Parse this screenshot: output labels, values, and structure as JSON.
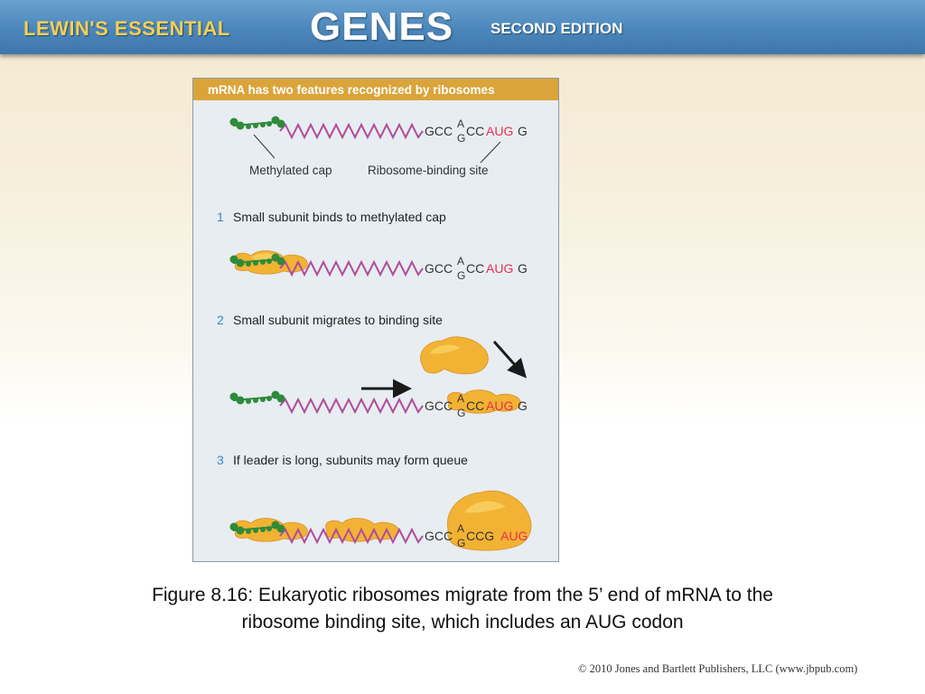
{
  "banner": {
    "series": "LEWIN'S ESSENTIAL",
    "title": "GENES",
    "edition": "SECOND EDITION"
  },
  "figure": {
    "header": "mRNA has two features recognized by ribosomes",
    "labels": {
      "cap": "Methylated cap",
      "binding_site": "Ribosome-binding site"
    },
    "sequence": {
      "prefix": "GCC",
      "variant_top": "A",
      "variant_bottom": "G",
      "middle": "CC",
      "start_codon": "AUG",
      "suffix": "G",
      "panel3_middle": "CCG"
    },
    "steps": [
      {
        "number": "1",
        "text": "Small subunit binds to methylated cap"
      },
      {
        "number": "2",
        "text": "Small subunit migrates to binding site"
      },
      {
        "number": "3",
        "text": "If leader is long, subunits may form queue"
      }
    ]
  },
  "caption": {
    "line1": "Figure 8.16: Eukaryotic ribosomes migrate from the 5’ end of mRNA to the",
    "line2": "ribosome binding site, which includes an AUG codon"
  },
  "copyright": "© 2010 Jones and Bartlett Publishers, LLC (www.jbpub.com)",
  "colors": {
    "header_bg": "#dba43a",
    "mrna": "#b04e9a",
    "cap": "#2f8a3a",
    "ribosome": "#f2b233",
    "start_codon": "#e8304d",
    "step_number": "#3a86c4",
    "banner_blue": "#4b86bb",
    "banner_gold": "#f4cf55"
  }
}
